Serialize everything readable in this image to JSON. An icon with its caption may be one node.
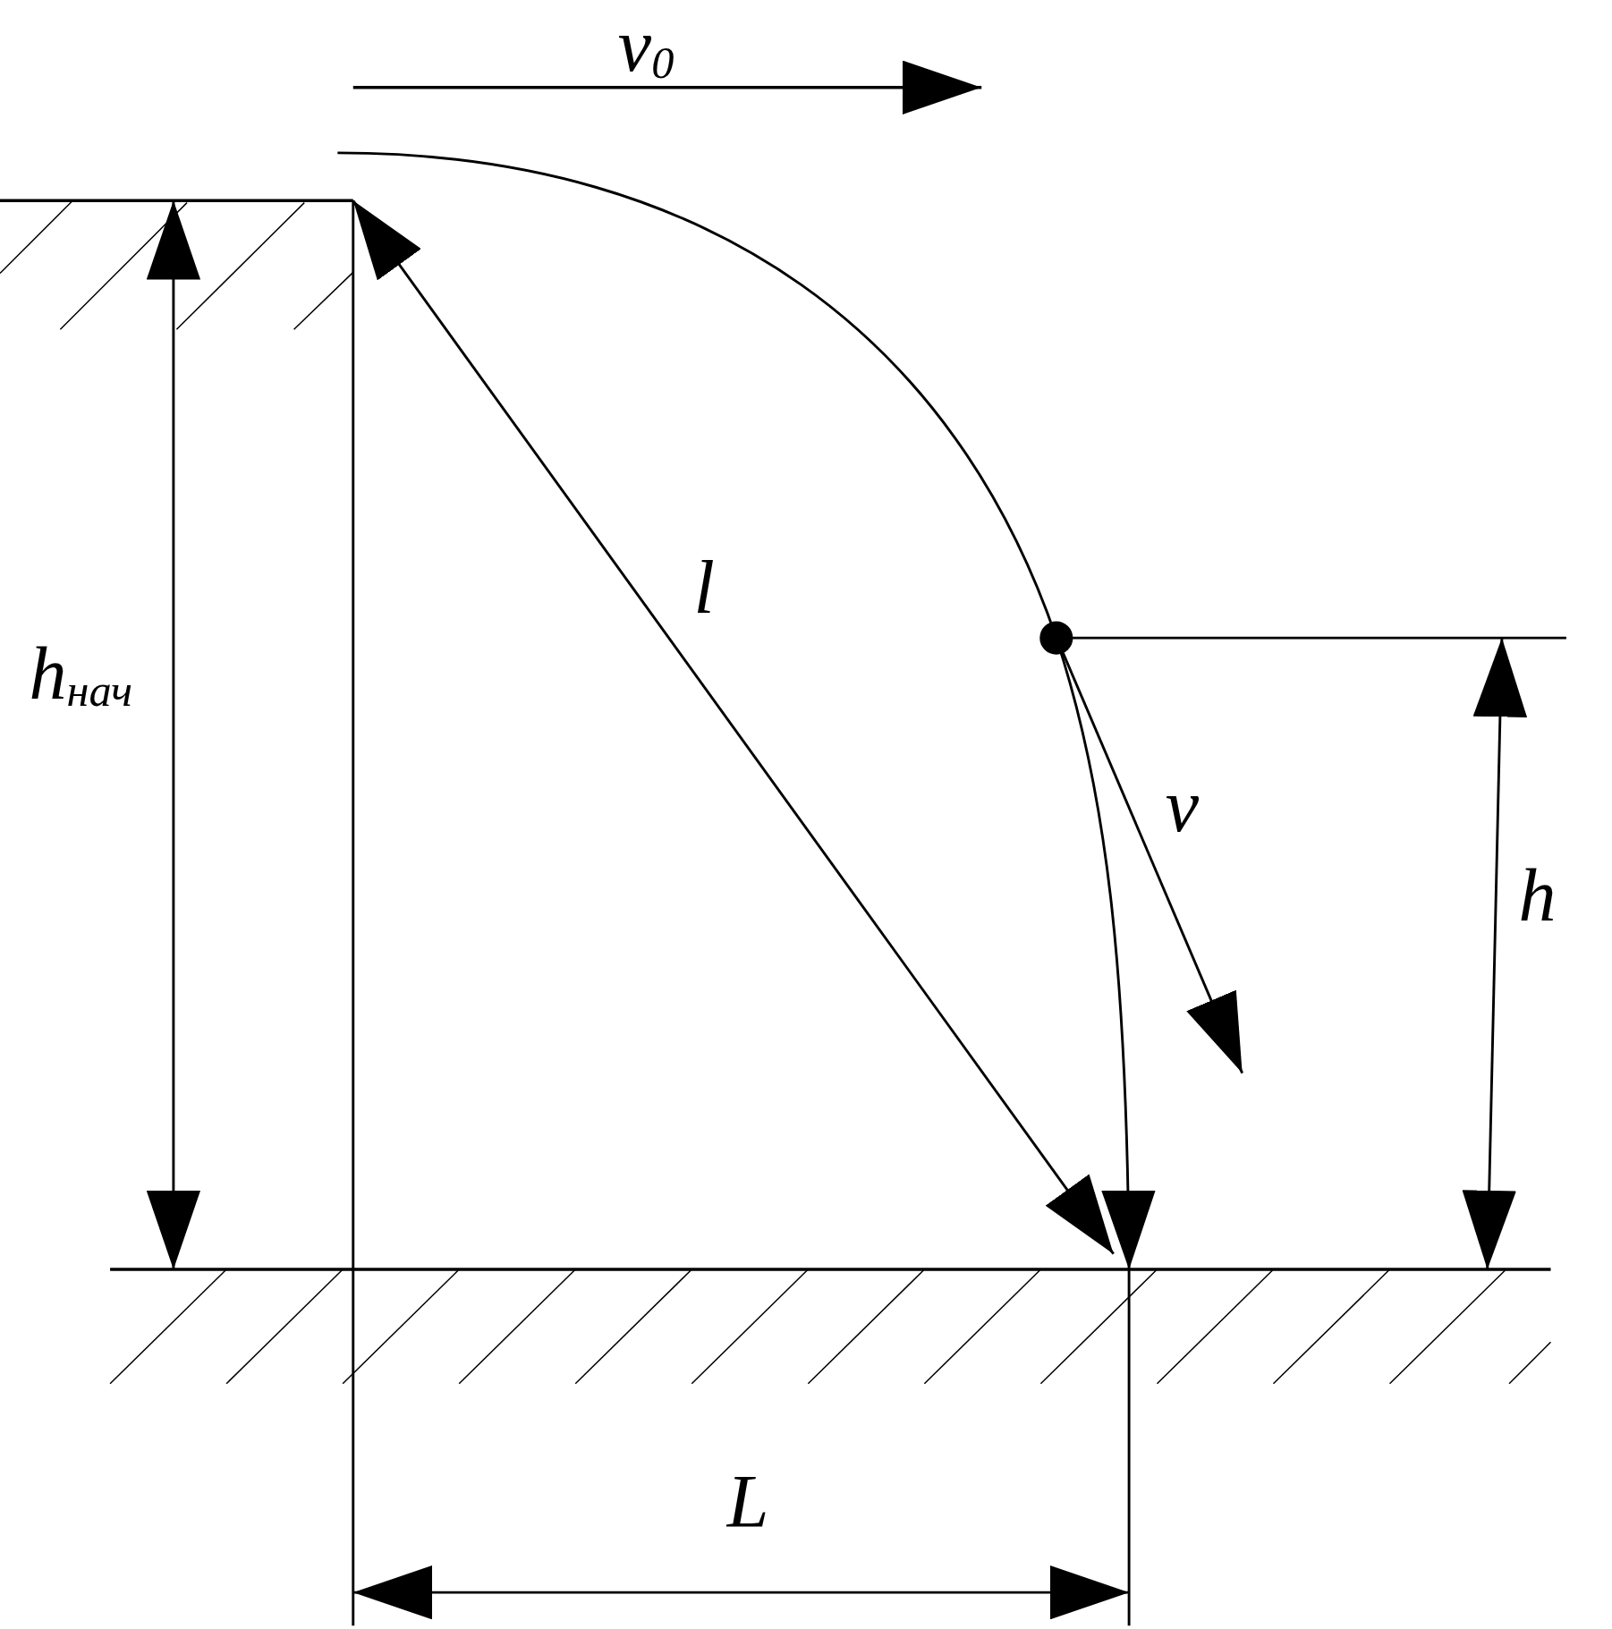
{
  "diagram": {
    "labels": [
      "v$_{0}$",
      "l",
      "h$_{нач}$",
      "v",
      "h",
      "L"
    ]
  }
}
